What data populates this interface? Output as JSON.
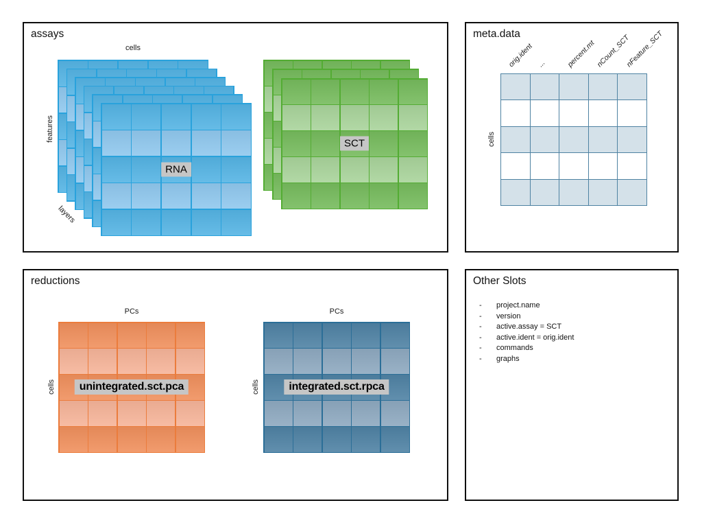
{
  "panels": {
    "assays": {
      "title": "assays",
      "axis_top": "cells",
      "axis_left": "features",
      "axis_depth": "layers",
      "stacks": [
        {
          "label": "RNA",
          "layer_count": 6
        },
        {
          "label": "SCT",
          "layer_count": 3
        }
      ]
    },
    "meta_data": {
      "title": "meta.data",
      "axis_left": "cells",
      "columns": [
        "orig.ident",
        "...",
        "percent.mt",
        "nCount_SCT",
        "nFeature_SCT"
      ]
    },
    "reductions": {
      "title": "reductions",
      "matrices": [
        {
          "axis_top": "PCs",
          "axis_left": "cells",
          "label": "unintegrated.sct.pca"
        },
        {
          "axis_top": "PCs",
          "axis_left": "cells",
          "label": "integrated.sct.rpca"
        }
      ]
    },
    "other_slots": {
      "title": "Other Slots",
      "bullet": "-",
      "items": [
        "project.name",
        "version",
        "active.assay = SCT",
        "active.ident = orig.ident",
        "commands",
        "graphs"
      ]
    }
  },
  "colors": {
    "rna": {
      "dark": "#55b4e4",
      "light": "#90c8ee",
      "line": "#29a2dc"
    },
    "sct": {
      "dark": "#76bb5d",
      "light": "#a9d49b",
      "line": "#53ac33"
    },
    "pca": {
      "dark": "#f0905d",
      "light": "#f6b499",
      "line": "#eb7c3c"
    },
    "rpca": {
      "dark": "#4f82a4",
      "light": "#8ea9c0",
      "line": "#2b6e97"
    },
    "meta": {
      "dark": "#d4e1e9",
      "light": "#ffffff",
      "line": "#4e82a2"
    },
    "label_chip_bg": "#c6c6c6"
  }
}
